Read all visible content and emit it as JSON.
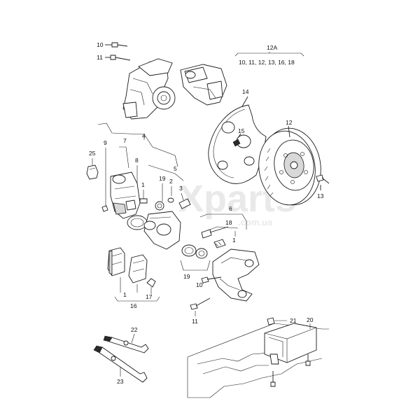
{
  "watermark": {
    "brand": "Xparts",
    "domain": ".com.ua"
  },
  "group_12A": {
    "number": "12A",
    "members": "10, 11, 12, 13, 16, 18"
  },
  "callouts": {
    "c10_top": "10",
    "c11_top": "11",
    "c14": "14",
    "c15": "15",
    "c12": "12",
    "c13": "13",
    "c4": "4",
    "c9": "9",
    "c7": "7",
    "c8": "8",
    "c5": "5",
    "c25": "25",
    "c1_a": "1",
    "c19_a": "19",
    "c2": "2",
    "c3": "3",
    "c6": "6",
    "c18": "18",
    "c1_b": "1",
    "c19_b": "19",
    "c10_bot": "10",
    "c11_bot": "11",
    "c1_c": "1",
    "c17": "17",
    "c16": "16",
    "c21": "21",
    "c20": "20",
    "c22": "22",
    "c23": "23"
  }
}
